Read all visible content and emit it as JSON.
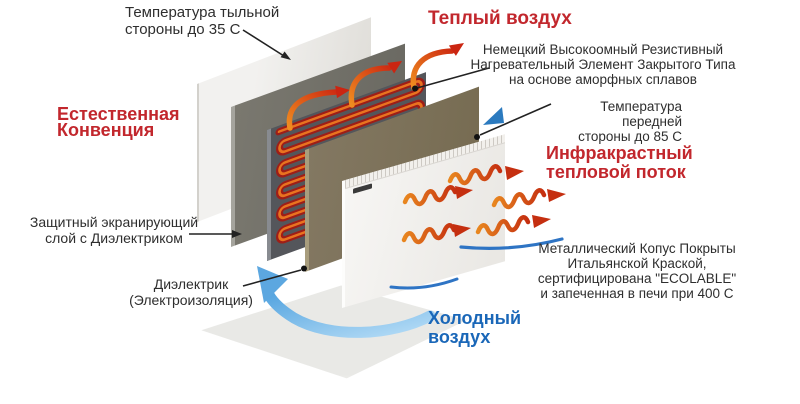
{
  "labels": {
    "back_temp": {
      "line1": "Температура тыльной",
      "line2": "стороны до 35 С"
    },
    "natural_convection": {
      "line1": "Естественная",
      "line2": "Конвенция"
    },
    "warm_air": {
      "line1": "Теплый воздух"
    },
    "heating_element": {
      "line1": "Немецкий Высокоомный Резистивный",
      "line2": "Нагревательный Элемент Закрытого Типа",
      "line3": "на основе аморфных сплавов"
    },
    "front_temp": {
      "line1": "Температура передней",
      "line2": "стороны до 85 С"
    },
    "infrared": {
      "line1": "Инфракрастный",
      "line2": "тепловой поток"
    },
    "metal_body": {
      "line1": "Металлический Копус Покрыты",
      "line2": "Итальянской Краской,",
      "line3": "сертифицирована \"ECOLABLE\"",
      "line4": "и запеченная в печи при 400 С"
    },
    "cold_air": {
      "line1": "Холодный",
      "line2": "воздух"
    },
    "shield_layer": {
      "line1": "Защитный экранирующий",
      "line2": "слой с Диэлектриком"
    },
    "dielectric": {
      "line1": "Диэлектрик",
      "line2": "(Электроизоляция)"
    }
  },
  "colors": {
    "heading_red": "#c2272d",
    "heading_blue": "#1a67b8",
    "text_black": "#2e2e2e",
    "coil_red": "#9e1e17",
    "coil_orange": "#e87320",
    "warm_arrow_orange": "#ef8d20",
    "warm_arrow_red": "#ce2d12",
    "cold_arrow_blue": "#56a5e0",
    "swoosh_blue": "#2e74c4",
    "panel_back_white": "#f2f1ef",
    "panel_shield_gray": "#716f67",
    "panel_heater_dark": "#54565b",
    "panel_dielectric_brown": "#7c7157",
    "panel_front_white": "#f4f3f1"
  }
}
